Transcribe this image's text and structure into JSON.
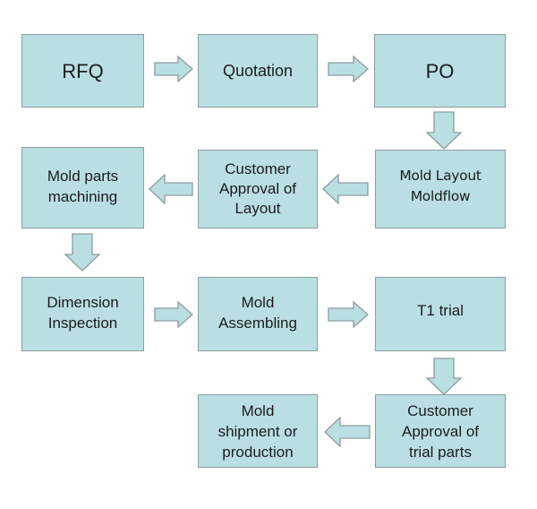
{
  "diagram": {
    "type": "process-flowchart",
    "colors": {
      "box_fill": "#b9dfe3",
      "box_border": "#8d9c9e",
      "text": "#1c1c1c",
      "background": "#ffffff"
    },
    "nodes": [
      {
        "id": "rfq",
        "lines": [
          "RFQ"
        ]
      },
      {
        "id": "quotation",
        "lines": [
          "Quotation"
        ]
      },
      {
        "id": "po",
        "lines": [
          "PO"
        ]
      },
      {
        "id": "mold-layout",
        "lines": [
          "Mold Layout",
          "Moldflow"
        ]
      },
      {
        "id": "customer-approval-layout",
        "lines": [
          "Customer",
          "Approval of",
          "Layout"
        ]
      },
      {
        "id": "mold-parts-machining",
        "lines": [
          "Mold parts",
          "machining"
        ]
      },
      {
        "id": "dimension-inspection",
        "lines": [
          "Dimension",
          "Inspection"
        ]
      },
      {
        "id": "mold-assembling",
        "lines": [
          "Mold",
          "Assembling"
        ]
      },
      {
        "id": "t1-trial",
        "lines": [
          "T1 trial"
        ]
      },
      {
        "id": "customer-approval-trial",
        "lines": [
          "Customer",
          "Approval of",
          "trial parts"
        ]
      },
      {
        "id": "mold-shipment",
        "lines": [
          "Mold",
          "shipment or",
          "production"
        ]
      }
    ],
    "edges": [
      {
        "from": "rfq",
        "to": "quotation",
        "direction": "right"
      },
      {
        "from": "quotation",
        "to": "po",
        "direction": "right"
      },
      {
        "from": "po",
        "to": "mold-layout",
        "direction": "down"
      },
      {
        "from": "mold-layout",
        "to": "customer-approval-layout",
        "direction": "left"
      },
      {
        "from": "customer-approval-layout",
        "to": "mold-parts-machining",
        "direction": "left"
      },
      {
        "from": "mold-parts-machining",
        "to": "dimension-inspection",
        "direction": "down"
      },
      {
        "from": "dimension-inspection",
        "to": "mold-assembling",
        "direction": "right"
      },
      {
        "from": "mold-assembling",
        "to": "t1-trial",
        "direction": "right"
      },
      {
        "from": "t1-trial",
        "to": "customer-approval-trial",
        "direction": "down"
      },
      {
        "from": "customer-approval-trial",
        "to": "mold-shipment",
        "direction": "left"
      }
    ]
  }
}
